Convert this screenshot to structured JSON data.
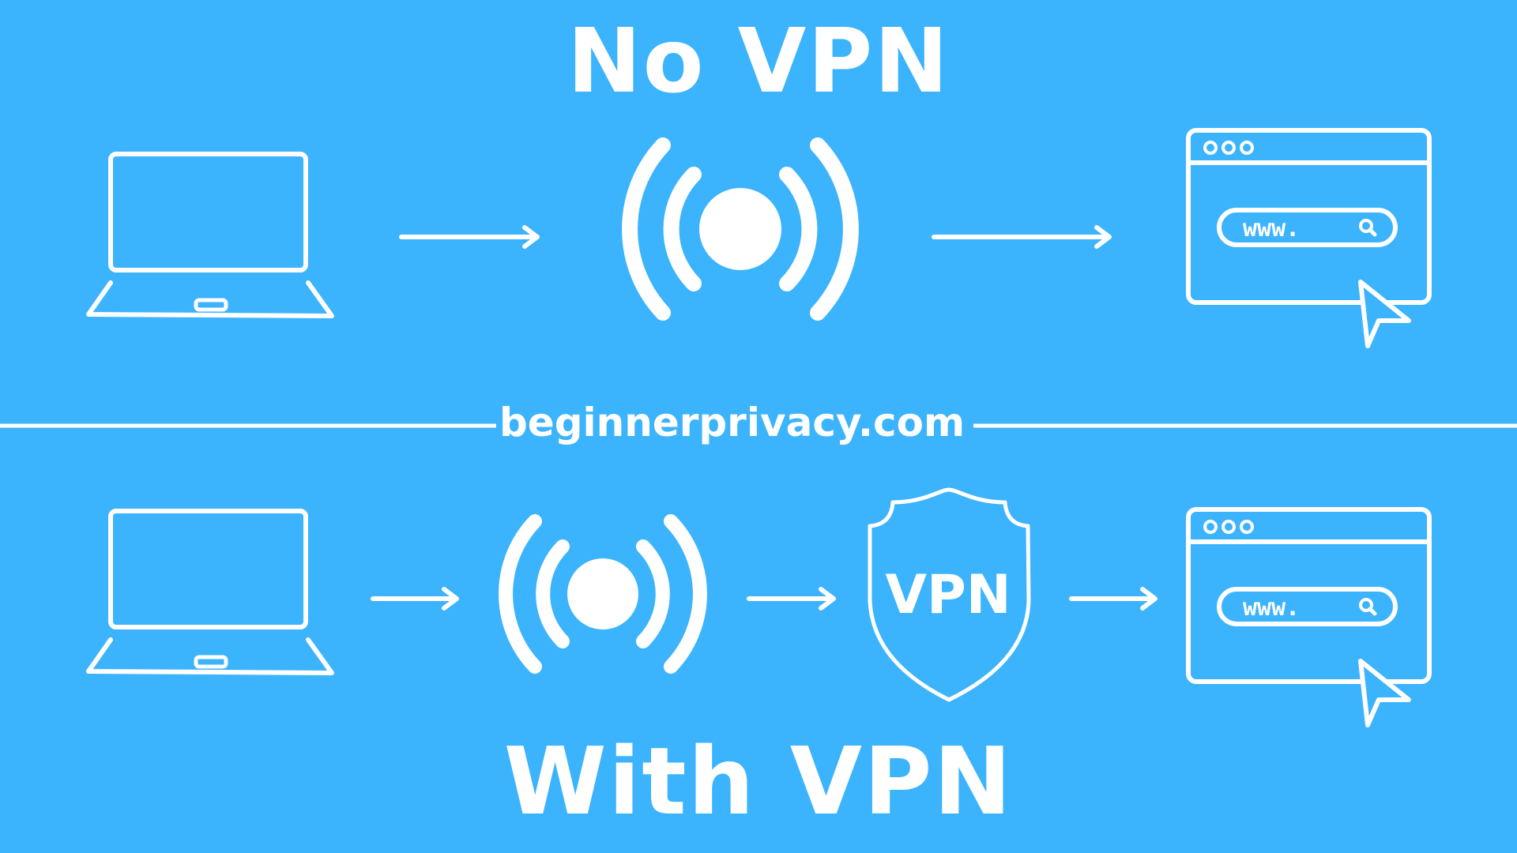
{
  "colors": {
    "background": "#3bb3fd",
    "foreground": "#ffffff"
  },
  "titles": {
    "top": "No VPN",
    "bottom": "With VPN"
  },
  "site_label": "beginnerprivacy.com",
  "shield_label": "VPN",
  "browser_url_text": "www.",
  "icons": {
    "device": "laptop-icon",
    "network": "wireless-signal-icon",
    "vpn": "vpn-shield-icon",
    "destination": "browser-window-icon",
    "pointer": "mouse-cursor-icon",
    "flow": "arrow-right-icon"
  }
}
